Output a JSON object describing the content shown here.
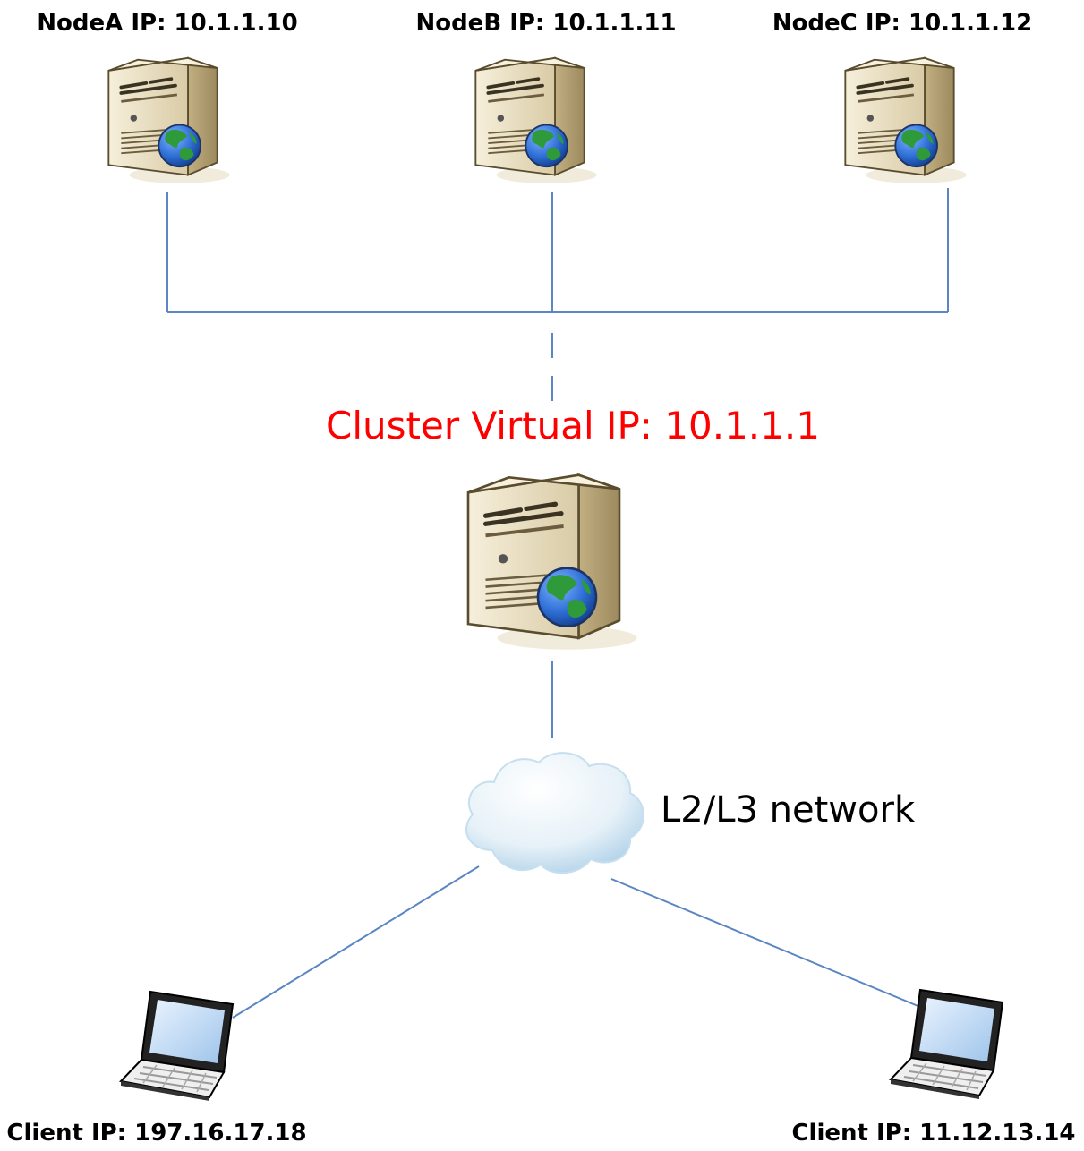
{
  "nodes": [
    {
      "label": "NodeA IP: 10.1.1.10",
      "icon": "server-icon"
    },
    {
      "label": "NodeB IP: 10.1.1.11",
      "icon": "server-icon"
    },
    {
      "label": "NodeC IP: 10.1.1.12",
      "icon": "server-icon"
    }
  ],
  "cluster": {
    "label": "Cluster Virtual IP: 10.1.1.1",
    "label_color": "#ff0000",
    "icon": "server-icon"
  },
  "network": {
    "label": "L2/L3 network",
    "icon": "cloud-icon"
  },
  "clients": [
    {
      "label": "Client IP: 197.16.17.18",
      "icon": "laptop-icon"
    },
    {
      "label": "Client IP: 11.12.13.14",
      "icon": "laptop-icon"
    }
  ],
  "colors": {
    "link": "#5b86c4",
    "server_body": "#ede3c8",
    "globe_water": "#2f6fd6",
    "globe_land": "#2e9a3a"
  }
}
